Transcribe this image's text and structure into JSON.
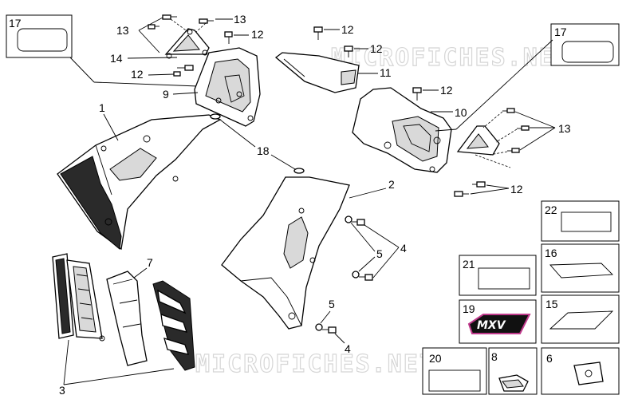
{
  "watermark": {
    "text_top": "MICROFICHES.NET",
    "text_bottom": "MICROFICHES.NET"
  },
  "callouts": {
    "c1": "1",
    "c2": "2",
    "c3": "3",
    "c4a": "4",
    "c4b": "4",
    "c5a": "5",
    "c5b": "5",
    "c7": "7",
    "c9": "9",
    "c10": "10",
    "c11": "11",
    "c12a": "12",
    "c12b": "12",
    "c12c": "12",
    "c12d": "12",
    "c12e": "12",
    "c12f": "12",
    "c13a": "13",
    "c13b": "13",
    "c13c": "13",
    "c14": "14",
    "c17a": "17",
    "c17b": "17",
    "c18": "18"
  },
  "boxes": {
    "b22": "22",
    "b21": "21",
    "b16": "16",
    "b19": "19",
    "b15": "15",
    "b20": "20",
    "b8": "8",
    "b6": "6"
  },
  "logo_text": "MXV",
  "colors": {
    "line": "#000000",
    "watermark": "#d6d6d6",
    "decal_accent": "#c03a8c"
  }
}
